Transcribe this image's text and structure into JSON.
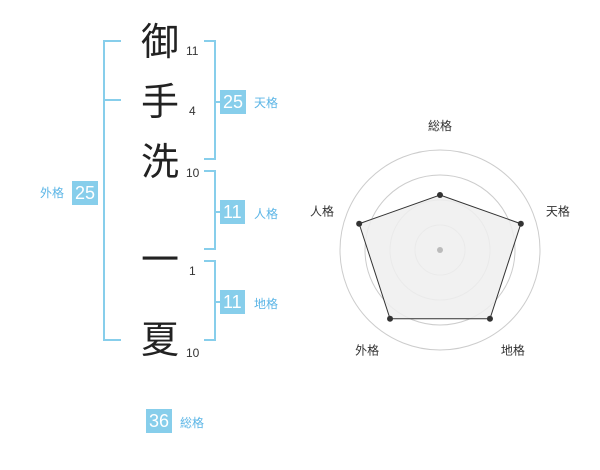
{
  "name": {
    "characters": [
      {
        "char": "御",
        "strokes": "11"
      },
      {
        "char": "手",
        "strokes": "4"
      },
      {
        "char": "洗",
        "strokes": "10"
      },
      {
        "char": "一",
        "strokes": "1"
      },
      {
        "char": "夏",
        "strokes": "10"
      }
    ]
  },
  "fortune": {
    "tenkaku": {
      "value": "25",
      "label": "天格"
    },
    "jinkaku": {
      "value": "11",
      "label": "人格"
    },
    "chikaku": {
      "value": "11",
      "label": "地格"
    },
    "gaikaku": {
      "value": "25",
      "label": "外格"
    },
    "soukaku": {
      "value": "36",
      "label": "総格"
    }
  },
  "colors": {
    "accent": "#87ceeb",
    "accent_text": "#5bb5e6",
    "radar_fill": "#eeeeee",
    "radar_line": "#333333"
  },
  "chart_data": {
    "type": "radar",
    "axes": [
      "総格",
      "天格",
      "地格",
      "外格",
      "人格"
    ],
    "values": [
      0.55,
      0.85,
      0.85,
      0.85,
      0.85
    ],
    "rings": 4,
    "range": [
      0,
      1
    ]
  }
}
